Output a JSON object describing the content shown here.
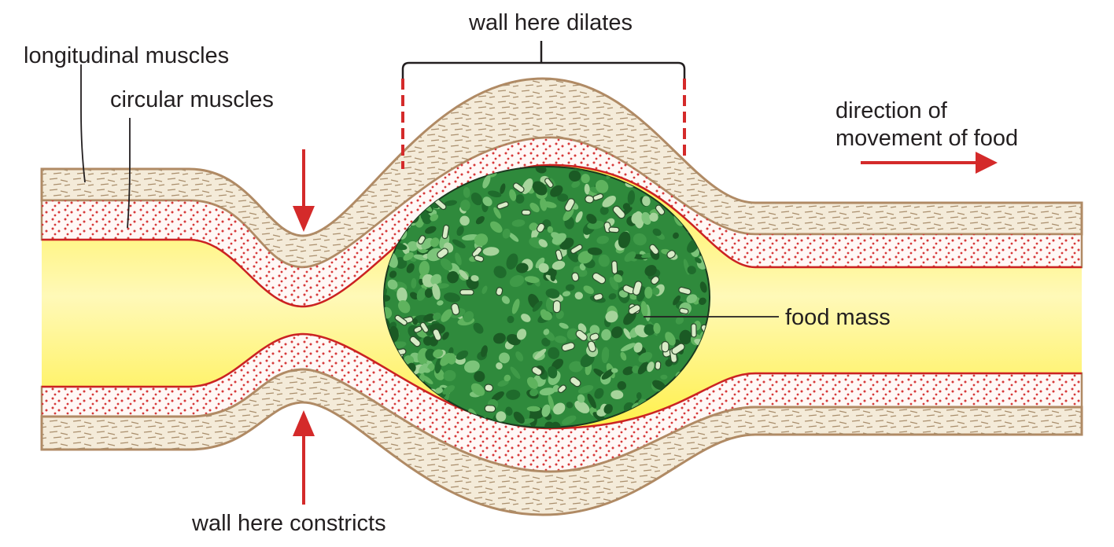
{
  "labels": {
    "longitudinal": "longitudinal muscles",
    "circular": "circular muscles",
    "dilates": "wall here dilates",
    "direction_line1": "direction of",
    "direction_line2": "movement of food",
    "food_mass": "food mass",
    "constricts": "wall here constricts"
  },
  "colors": {
    "lumen": "#fff04a",
    "lumen_light": "#fff9b8",
    "outline": "#b08a64",
    "longitudinal_fill": "#f4ebd9",
    "longitudinal_dash": "#a98e6c",
    "circular_fill": "#fff8f6",
    "circular_dot": "#d63a3a",
    "inner_border": "#cc2222",
    "arrow": "#d42a2a",
    "food_dark": "#1f6b2c",
    "food_mid": "#3f9a48",
    "food_light": "#a6d49b",
    "leader": "#231f20"
  },
  "icons": {
    "down_arrow": "arrow-down-icon",
    "up_arrow": "arrow-up-icon",
    "direction_arrow": "arrow-right-icon"
  }
}
